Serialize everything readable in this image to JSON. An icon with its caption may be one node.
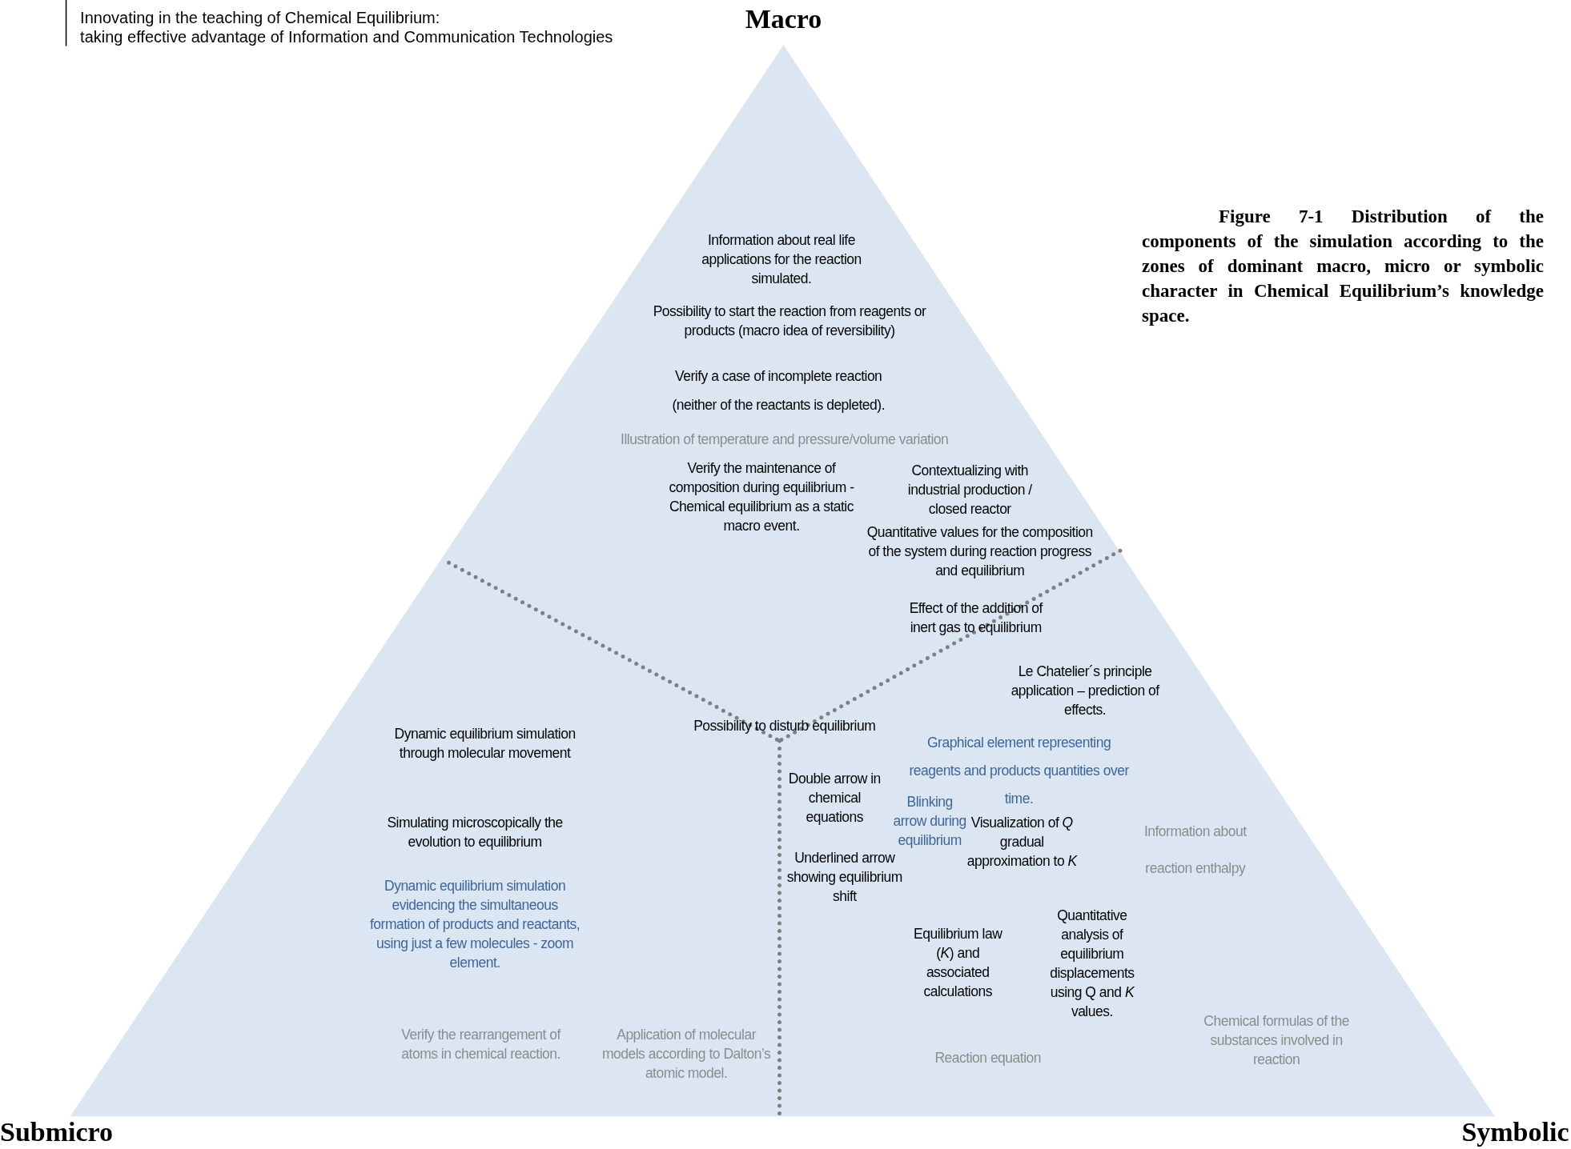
{
  "diagram": {
    "caption": "Figure 7-1 Distribution of the components of the simulation according to the zones of dominant macro, micro or symbolic character in Chemical Equilibrium’s knowledge space.",
    "labels": [
      "Innovating in the teaching of Chemical Equilibrium:",
      "taking effective advantage of Information and Communication Technologies",
      "Macro",
      "Information about real life applications for the reaction simulated.",
      "Possibility to start the reaction from reagents or products (macro idea of reversibility)",
      "Verify a case of incomplete reaction (neither of the reactants is depleted).",
      "Illustration of temperature and pressure/volume variation",
      "Verify the maintenance of composition during equilibrium - Chemical equilibrium as a static macro event.",
      "Contextualizing with industrial production / closed reactor",
      "Quantitative values for the composition of the system during reaction progress and equilibrium",
      "Effect of the addition of inert gas to equilibrium",
      "Le Chatelier´s principle application – prediction of effects.",
      "Possibility to disturb equilibrium",
      "Dynamic equilibrium simulation through molecular movement",
      "Graphical element representing reagents and products quantities over time.",
      "Double arrow in chemical equations",
      "Blinking arrow during equilibrium",
      "Visualization of *Q* gradual approximation to *K*",
      "Information about reaction enthalpy",
      "Simulating microscopically the evolution to equilibrium",
      "Underlined arrow showing equilibrium shift",
      "Dynamic equilibrium simulation evidencing the simultaneous formation of products and reactants, using just a few molecules - zoom element.",
      "Quantitative analysis of equilibrium displacements using Q and *K* values.",
      "Equilibrium law (*K*) and associated calculations",
      "Verify the rearrangement of atoms in chemical reaction.",
      "Application of molecular models according to Dalton’s atomic model.",
      "Reaction equation",
      "Chemical formulas of the substances involved in reaction",
      "Submicro",
      "Symbolic"
    ]
  }
}
